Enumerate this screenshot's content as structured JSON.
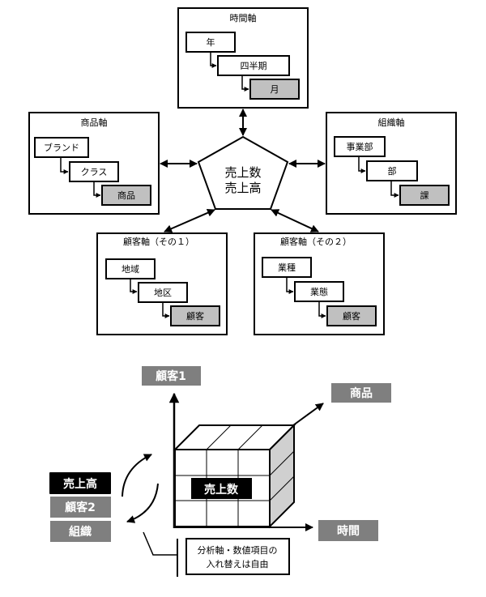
{
  "center": {
    "line1": "売上数",
    "line2": "売上高"
  },
  "axes": [
    {
      "id": "time",
      "title": "時間軸",
      "levels": [
        "年",
        "四半期",
        "月"
      ]
    },
    {
      "id": "product",
      "title": "商品軸",
      "levels": [
        "ブランド",
        "クラス",
        "商品"
      ]
    },
    {
      "id": "org",
      "title": "組織軸",
      "levels": [
        "事業部",
        "部",
        "課"
      ]
    },
    {
      "id": "customer1",
      "title": "顧客軸（その１）",
      "levels": [
        "地域",
        "地区",
        "顧客"
      ]
    },
    {
      "id": "customer2",
      "title": "顧客軸（その２）",
      "levels": [
        "業種",
        "業態",
        "顧客"
      ]
    }
  ],
  "cube": {
    "axis_vertical": "顧客1",
    "axis_depth": "商品",
    "axis_horizontal": "時間",
    "cell_label": "売上数",
    "swap_items": [
      "売上高",
      "顧客2",
      "組織"
    ],
    "note_line1": "分析軸・数値項目の",
    "note_line2": "入れ替えは自由"
  },
  "colors": {
    "leaf_fill": "#c0c0c0",
    "axis_label_fill": "#7f7f7f",
    "active_item_fill": "#000000",
    "side_face_fill": "#d0d0d0"
  }
}
